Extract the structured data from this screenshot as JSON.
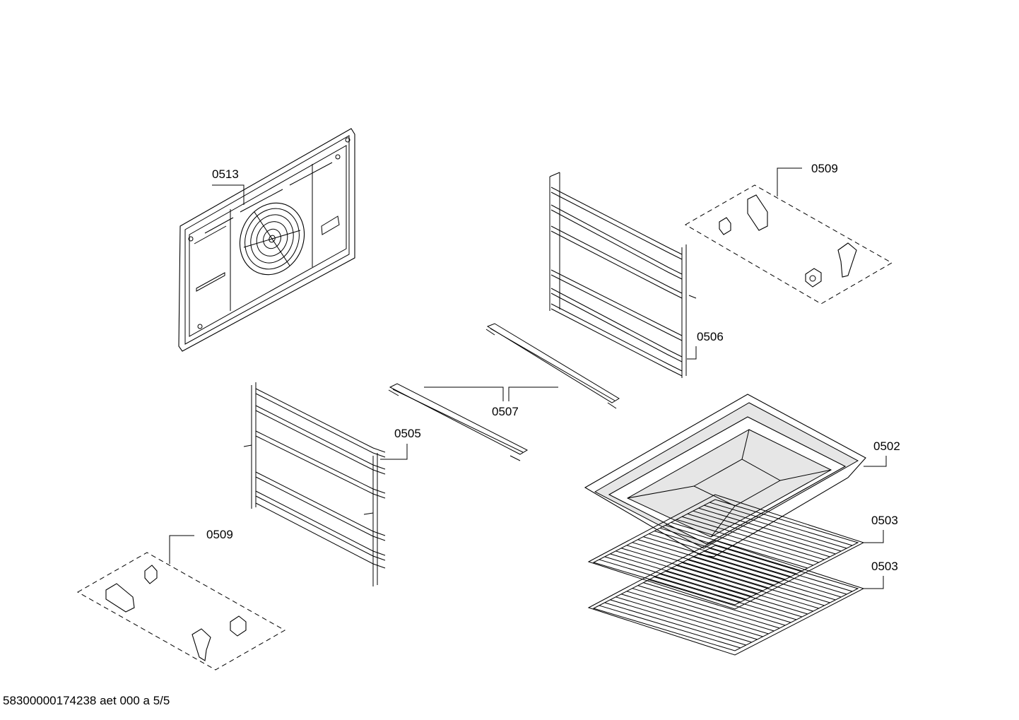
{
  "labels": {
    "p0513": "0513",
    "p0509_top": "0509",
    "p0506": "0506",
    "p0507": "0507",
    "p0505": "0505",
    "p0502": "0502",
    "p0503_a": "0503",
    "p0503_b": "0503",
    "p0509_bottom": "0509"
  },
  "footer": "58300000174238 aet 000 a 5/5"
}
